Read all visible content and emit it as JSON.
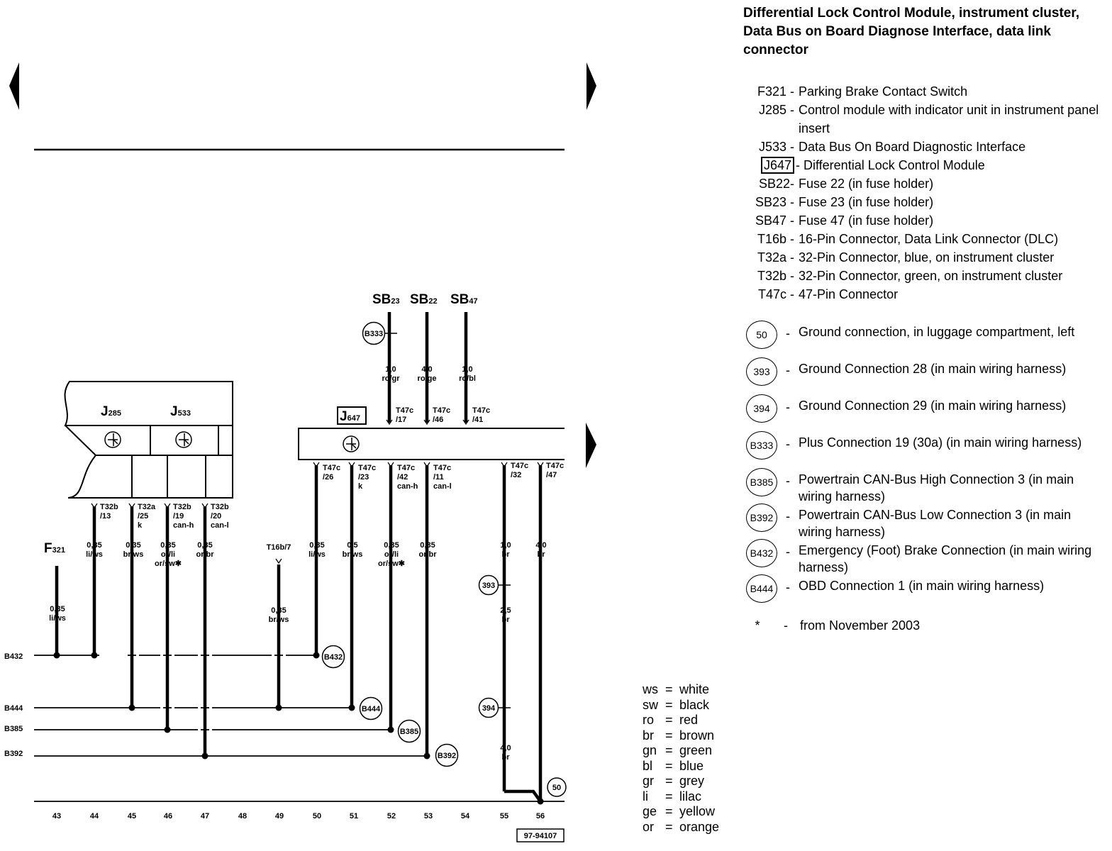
{
  "title": "Differential Lock Control Module, instrument cluster, Data Bus on Board Diagnose Interface, data link connector",
  "components": [
    {
      "code": "F321 -",
      "desc": "Parking Brake Contact Switch"
    },
    {
      "code": "J285 -",
      "desc": "Control module with indicator unit in instrument panel insert"
    },
    {
      "code": "J533 -",
      "desc": "Data Bus On Board Diagnostic Interface"
    },
    {
      "code": "J647",
      "desc": "- Differential Lock Control Module",
      "boxed": true
    },
    {
      "code": "SB22-",
      "desc": "Fuse 22 (in fuse holder)"
    },
    {
      "code": "SB23 -",
      "desc": "Fuse 23 (in fuse holder)"
    },
    {
      "code": "SB47 -",
      "desc": "Fuse 47 (in fuse holder)"
    },
    {
      "code": "T16b -",
      "desc": "16-Pin Connector, Data Link Connector (DLC)"
    },
    {
      "code": "T32a -",
      "desc": "32-Pin Connector, blue, on instrument cluster"
    },
    {
      "code": "T32b -",
      "desc": "32-Pin Connector, green, on instrument cluster"
    },
    {
      "code": "T47c -",
      "desc": "47-Pin Connector"
    }
  ],
  "connections": [
    {
      "code": "50",
      "desc": "Ground connection, in luggage compartment, left"
    },
    {
      "code": "393",
      "desc": "Ground Connection 28 (in main wiring harness)"
    },
    {
      "code": "394",
      "desc": "Ground Connection 29 (in main wiring harness)"
    },
    {
      "code": "B333",
      "desc": "Plus Connection 19 (30a) (in main wiring harness)"
    },
    {
      "code": "B385",
      "desc": "Powertrain CAN-Bus High Connection 3 (in main wiring harness)"
    },
    {
      "code": "B392",
      "desc": "Powertrain CAN-Bus Low Connection 3 (in main wiring harness)"
    },
    {
      "code": "B432",
      "desc": "Emergency (Foot) Brake Connection (in main wiring harness)"
    },
    {
      "code": "B444",
      "desc": "OBD Connection 1 (in main wiring harness)"
    }
  ],
  "note": {
    "symbol": "*",
    "dash": "-",
    "text": "from November 2003"
  },
  "colors": [
    {
      "code": "ws",
      "name": "white"
    },
    {
      "code": "sw",
      "name": "black"
    },
    {
      "code": "ro",
      "name": "red"
    },
    {
      "code": "br",
      "name": "brown"
    },
    {
      "code": "gn",
      "name": "green"
    },
    {
      "code": "bl",
      "name": "blue"
    },
    {
      "code": "gr",
      "name": "grey"
    },
    {
      "code": "li",
      "name": "lilac"
    },
    {
      "code": "ge",
      "name": "yellow"
    },
    {
      "code": "or",
      "name": "orange"
    }
  ],
  "diagram": {
    "fuses": [
      {
        "main": "SB",
        "sub": "23"
      },
      {
        "main": "SB",
        "sub": "22"
      },
      {
        "main": "SB",
        "sub": "47"
      }
    ],
    "modules": {
      "j285": {
        "main": "J",
        "sub": "285"
      },
      "j533": {
        "main": "J",
        "sub": "533"
      },
      "j647": {
        "main": "J",
        "sub": "647"
      },
      "f321": {
        "main": "F",
        "sub": "321"
      }
    },
    "wires": [
      {
        "id": "c43a",
        "lines": [
          "0,35",
          "li/ws"
        ]
      },
      {
        "id": "c44",
        "conn": [
          "T32b",
          "/13"
        ],
        "lines": [
          "0,35",
          "li/ws"
        ]
      },
      {
        "id": "c45",
        "conn": [
          "T32a",
          "/25",
          "k"
        ],
        "lines": [
          "0,35",
          "br/ws"
        ]
      },
      {
        "id": "c46",
        "conn": [
          "T32b",
          "/19",
          "can-h"
        ],
        "lines": [
          "0,35",
          "or/li",
          "or/sw✱"
        ]
      },
      {
        "id": "c47",
        "conn": [
          "T32b",
          "/20",
          "can-l"
        ],
        "lines": [
          "0,35",
          "or/br"
        ]
      },
      {
        "id": "c49",
        "conn": [
          "T16b/7"
        ],
        "lines": [
          "0,35",
          "br/ws"
        ]
      },
      {
        "id": "c50",
        "conn": [
          "T47c",
          "/26"
        ],
        "lines": [
          "0,35",
          "li/ws"
        ]
      },
      {
        "id": "c51",
        "conn": [
          "T47c",
          "/23",
          "k"
        ],
        "lines": [
          "0,5",
          "br/ws"
        ]
      },
      {
        "id": "c52",
        "conn": [
          "T47c",
          "/42",
          "can-h"
        ],
        "lines": [
          "0,35",
          "or/li",
          "or/sw✱"
        ]
      },
      {
        "id": "c53",
        "conn": [
          "T47c",
          "/11",
          "can-l"
        ],
        "lines": [
          "0,35",
          "or/br"
        ]
      },
      {
        "id": "c55",
        "conn": [
          "T47c",
          "/32"
        ],
        "lines": [
          "1,0",
          "br"
        ]
      },
      {
        "id": "c55b",
        "lines": [
          "2,5",
          "br"
        ]
      },
      {
        "id": "c55c",
        "lines": [
          "4,0",
          "br"
        ]
      },
      {
        "id": "c56",
        "conn": [
          "T47c",
          "/47"
        ],
        "lines": [
          "4,0",
          "br"
        ]
      },
      {
        "id": "s52",
        "conn": [
          "T47c",
          "/17"
        ],
        "lines": [
          "1,0",
          "ro/gr"
        ]
      },
      {
        "id": "s53",
        "conn": [
          "T47c",
          "/46"
        ],
        "lines": [
          "4,0",
          "ro/ge"
        ]
      },
      {
        "id": "s54",
        "conn": [
          "T47c",
          "/41"
        ],
        "lines": [
          "1,0",
          "ro/bl"
        ]
      }
    ],
    "buses": [
      "B432",
      "B444",
      "B385",
      "B392"
    ],
    "circles": [
      "B333",
      "B432",
      "B444",
      "B385",
      "B392",
      "393",
      "394",
      "50"
    ],
    "column_numbers": [
      "43",
      "44",
      "45",
      "46",
      "47",
      "48",
      "49",
      "50",
      "51",
      "52",
      "53",
      "54",
      "55",
      "56"
    ],
    "ref_number": "97-94107"
  }
}
